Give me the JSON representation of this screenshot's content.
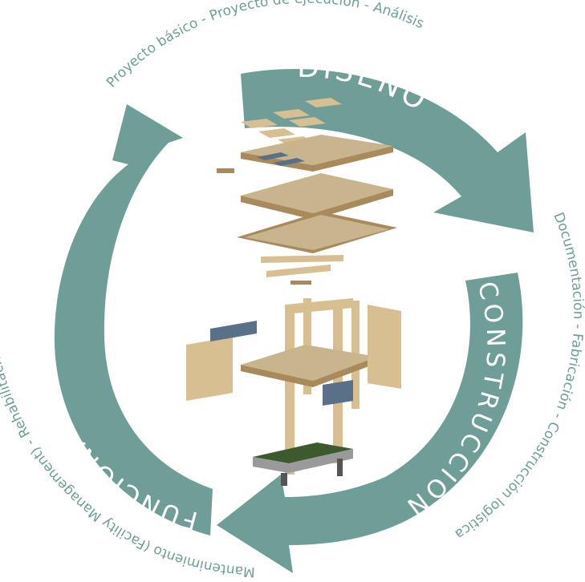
{
  "colors": {
    "arrow": "#6f9e98",
    "arrow_dark": "#5e8e88",
    "arrow_text": "#ffffff",
    "outer_text": "#6f9e98",
    "wood": "#d8bf92",
    "wood_dark": "#a88a5c",
    "slab": "#c9b58d",
    "glass": "#5a6f88",
    "green": "#3d5a2e"
  },
  "cycle": {
    "stages": [
      {
        "id": "diseno",
        "label": "DISEÑO"
      },
      {
        "id": "construccion",
        "label": "CONSTRUCCIÓN"
      },
      {
        "id": "funcionamiento",
        "label": "FUNCIONAMIENTO"
      }
    ],
    "activities": {
      "diseno": "Proyecto básico  -  Proyecto de ejecución  -  Análisis",
      "construccion": "Documentación  -  Fabricación  -  Construcción logística",
      "funcionamiento": "Mantenimiento (Facility Management)  -  Rehabilitación"
    }
  },
  "illustration": {
    "name": "exploded-axonometric-building"
  }
}
